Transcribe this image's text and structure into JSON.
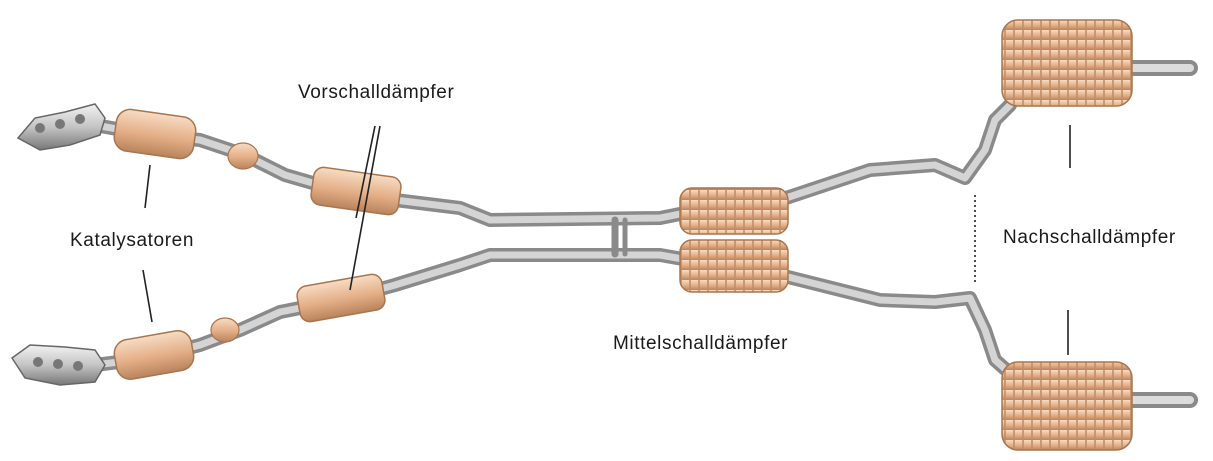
{
  "labels": {
    "vorschalldaempfer": "Vorschalldämpfer",
    "katalysatoren": "Katalysatoren",
    "mittelschalldaempfer": "Mittelschalldämpfer",
    "nachschalldaempfer": "Nachschalldämpfer"
  },
  "colors": {
    "pipe": "#b4b4b4",
    "pipe_dark": "#8e8e8e",
    "pipe_light": "#e2e2e2",
    "muffler": "#e3ae86",
    "muffler_dark": "#b9835c",
    "muffler_light": "#f6d8bf",
    "manifold": "#c9c9c9",
    "leader_line": "#222222"
  }
}
